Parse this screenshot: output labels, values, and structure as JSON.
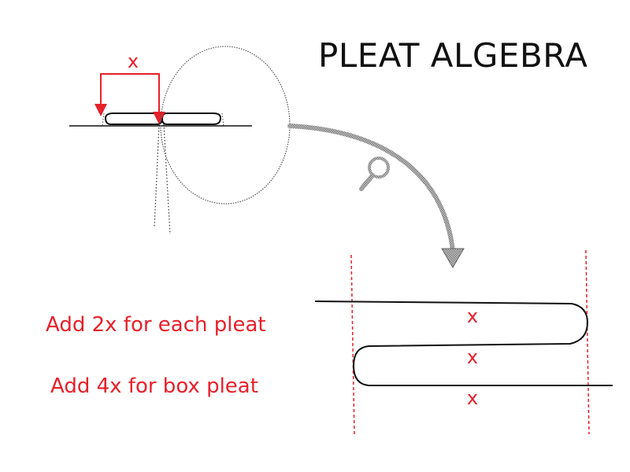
{
  "title": "PLEAT ALGEBRA",
  "top_label": "x",
  "fold_labels": [
    "x",
    "x",
    "x"
  ],
  "rules": [
    "Add 2x for each pleat",
    "Add 4x for box pleat"
  ],
  "colors": {
    "accent": "#e8202a",
    "ink": "#111111",
    "gray": "#8a8a8a"
  },
  "icons": {
    "magnifier": "magnifier-icon"
  }
}
